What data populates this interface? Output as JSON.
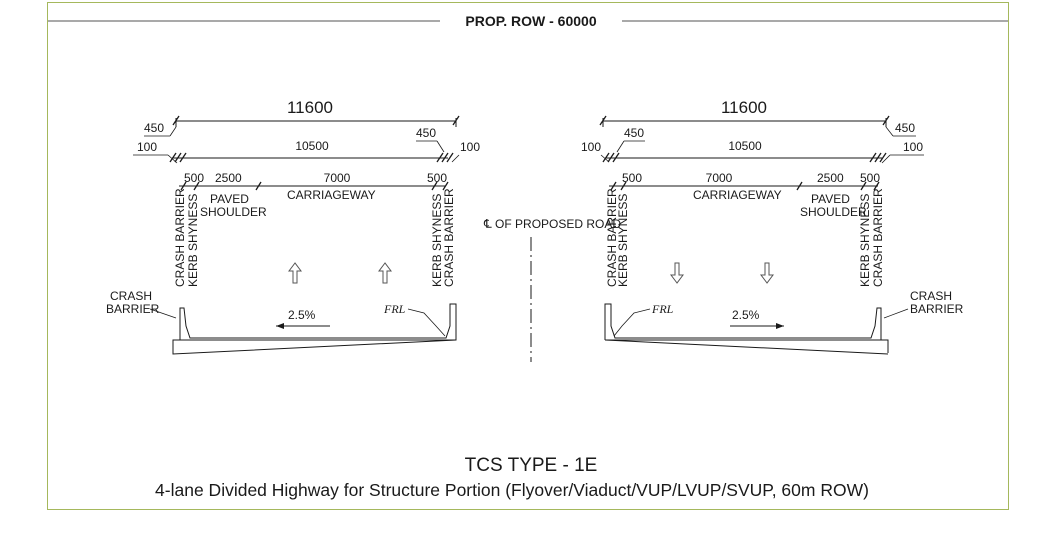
{
  "row_label": "PROP. ROW - 60000",
  "title": "TCS TYPE - 1E",
  "subtitle": "4-lane Divided Highway for Structure Portion (Flyover/Viaduct/VUP/LVUP/SVUP, 60m ROW)",
  "centerline_label": "℄ OF PROPOSED ROAD",
  "left": {
    "total": "11600",
    "d450_a": "450",
    "d450_b": "450",
    "d100_a": "100",
    "d100_b": "100",
    "d10500": "10500",
    "d500_a": "500",
    "d2500": "2500",
    "d7000": "7000",
    "d500_b": "500",
    "paved": "PAVED",
    "shoulder": "SHOULDER",
    "carriageway": "CARRIAGEWAY",
    "v_crash_a": "CRASH BARRIER",
    "v_kerb_a": "KERB SHYNESS",
    "v_kerb_b": "KERB SHYNESS",
    "v_crash_b": "CRASH BARRIER",
    "crash_l1": "CRASH",
    "crash_l2": "BARRIER",
    "slope": "2.5%",
    "frl": "FRL"
  },
  "right": {
    "total": "11600",
    "d450_a": "450",
    "d450_b": "450",
    "d100_a": "100",
    "d100_b": "100",
    "d10500": "10500",
    "d500_a": "500",
    "d7000": "7000",
    "d2500": "2500",
    "d500_b": "500",
    "paved": "PAVED",
    "shoulder": "SHOULDER",
    "carriageway": "CARRIAGEWAY",
    "v_crash_a": "CRASH BARRIER",
    "v_kerb_a": "KERB SHYNESS",
    "v_kerb_b": "KERB SHYNESS",
    "v_crash_b": "CRASH BARRIER",
    "crash_l1": "CRASH",
    "crash_l2": "BARRIER",
    "slope": "2.5%",
    "frl": "FRL"
  }
}
